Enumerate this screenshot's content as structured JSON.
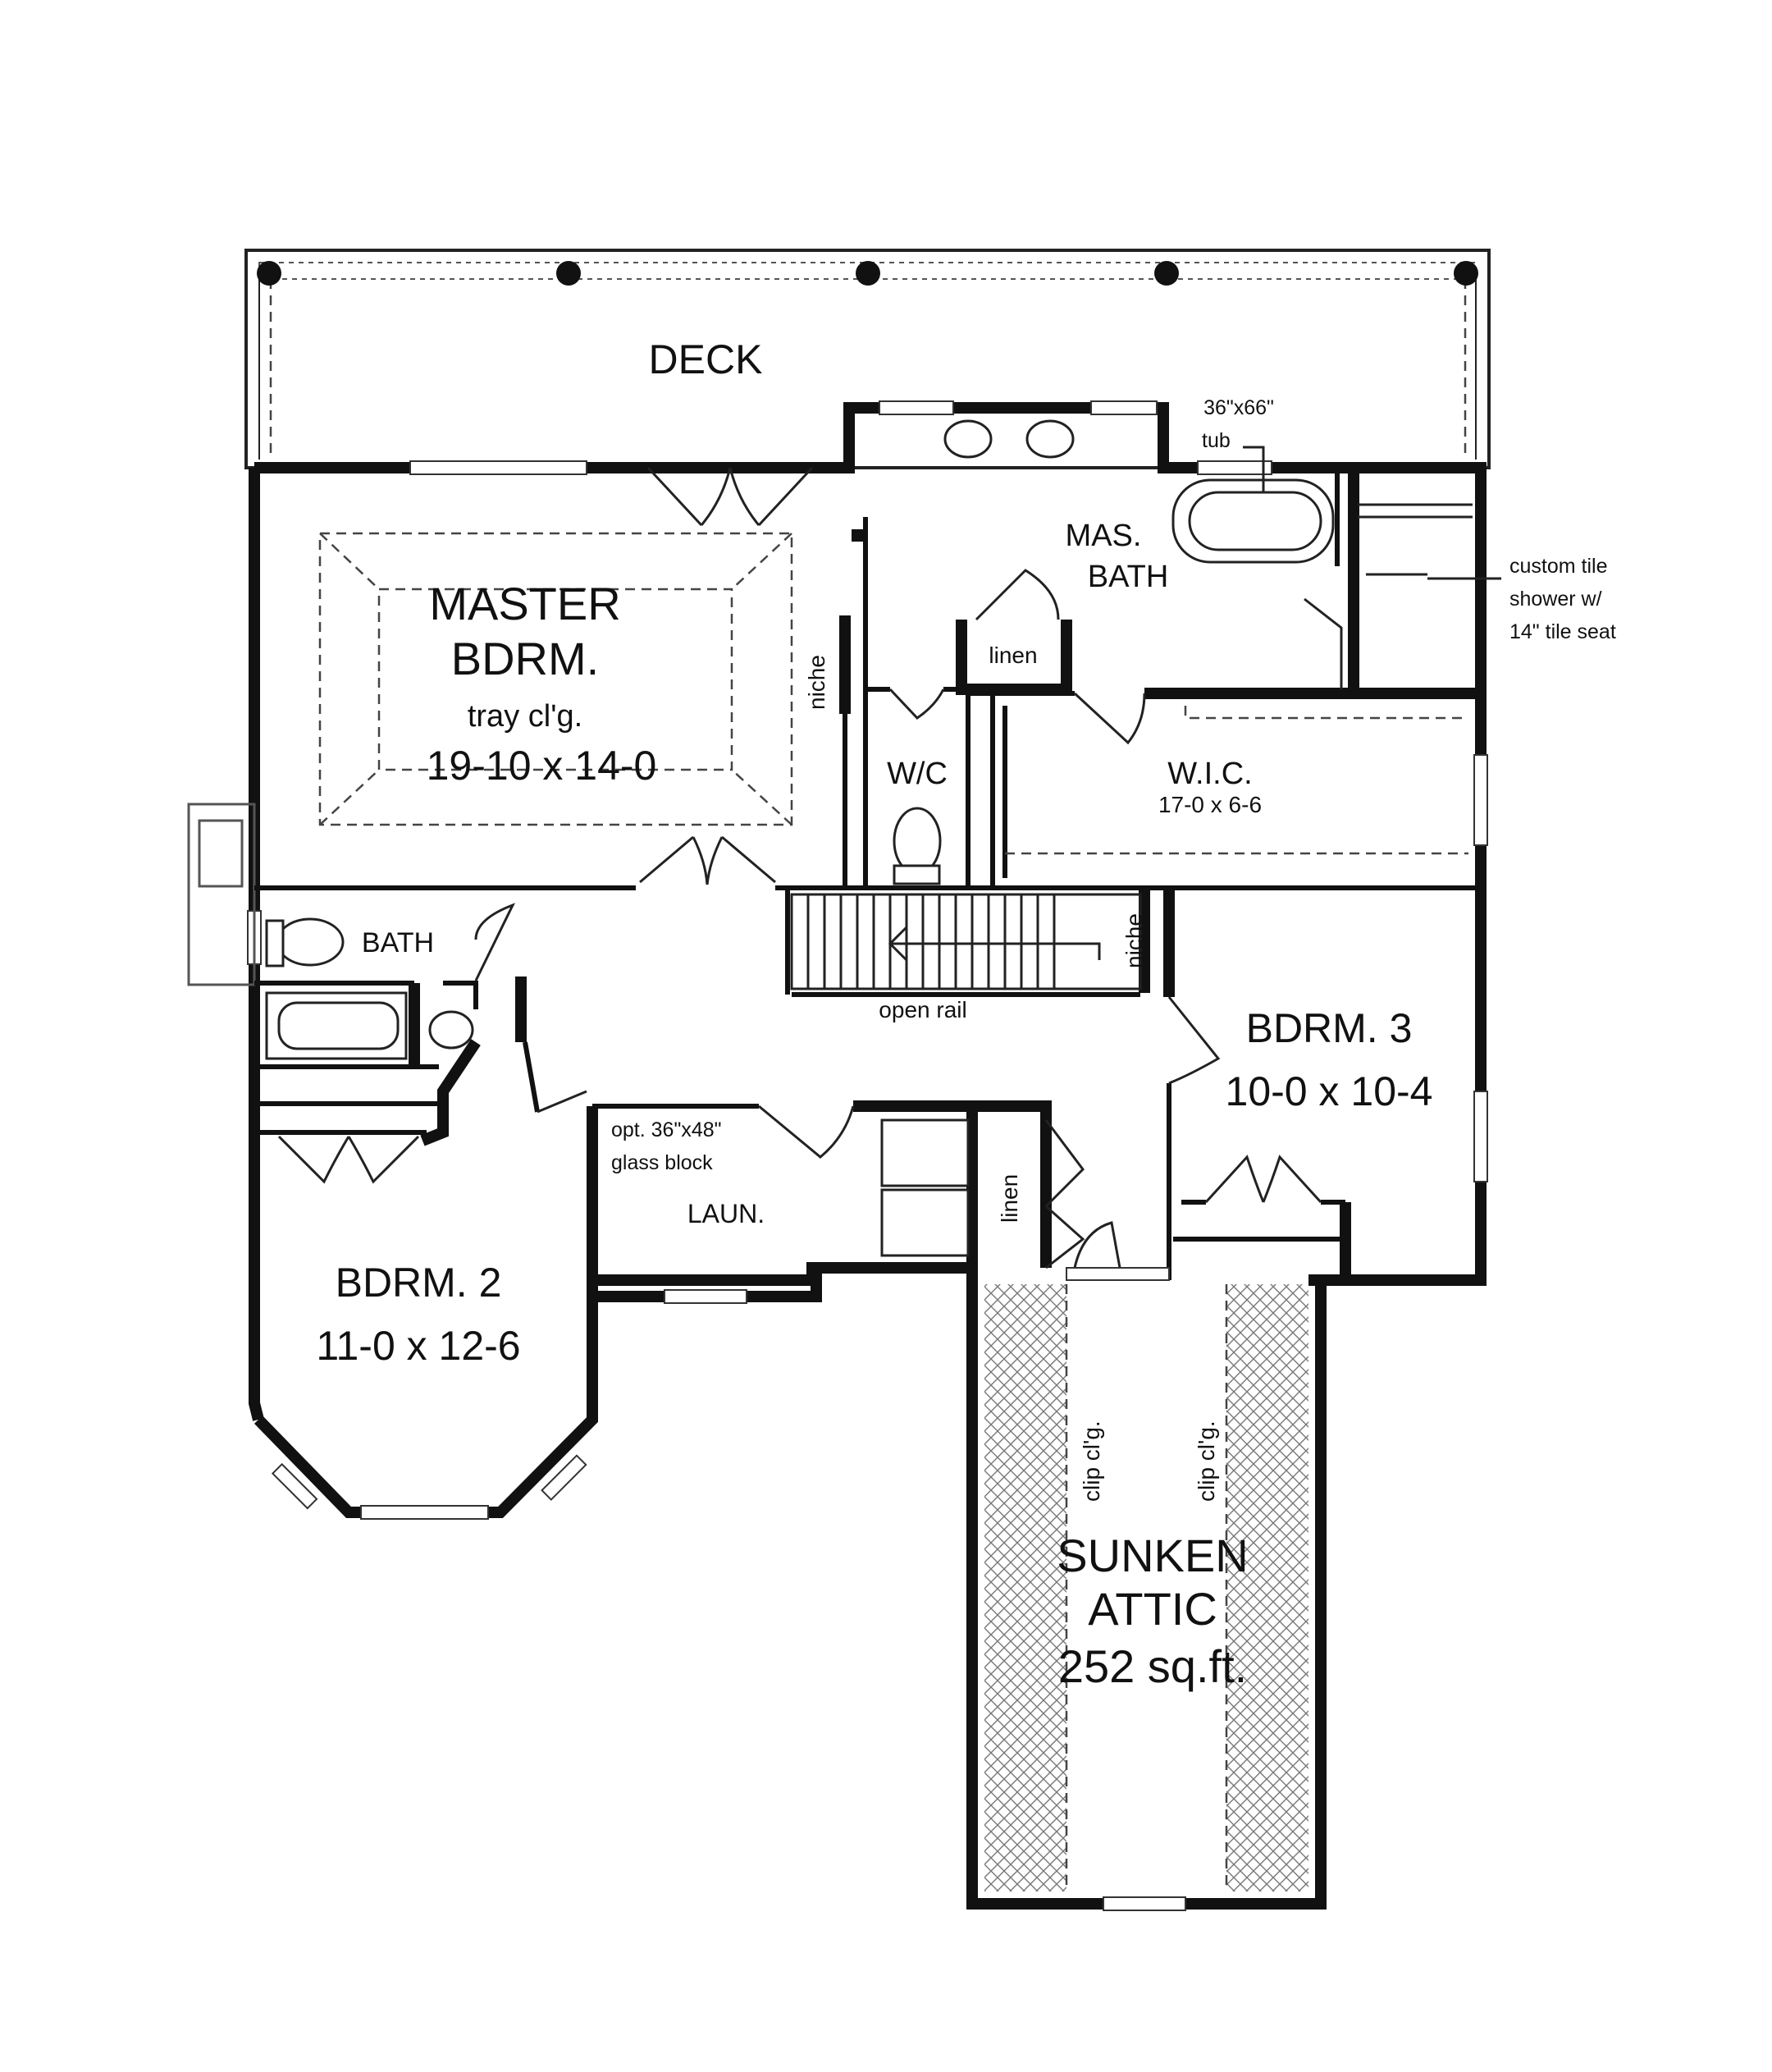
{
  "rooms": {
    "deck": "DECK",
    "master": {
      "name1": "MASTER",
      "name2": "BDRM.",
      "note": "tray cl'g.",
      "size": "19-10 x 14-0"
    },
    "mas_bath": {
      "name1": "MAS.",
      "name2": "BATH"
    },
    "tub_note": {
      "line1": "36\"x66\"",
      "line2": "tub"
    },
    "shower_note": {
      "line1": "custom tile",
      "line2": "shower w/",
      "line3": "14\" tile seat"
    },
    "linen_top": "linen",
    "niche_left": "niche",
    "wc": "W/C",
    "wic": {
      "name": "W.I.C.",
      "size": "17-0 x 6-6"
    },
    "bath": "BATH",
    "open_rail": "open rail",
    "niche_right": "niche",
    "bdrm3": {
      "name": "BDRM. 3",
      "size": "10-0 x 10-4"
    },
    "laundry": {
      "opt1": "opt. 36\"x48\"",
      "opt2": "glass block",
      "name": "LAUN."
    },
    "linen_hall": "linen",
    "bdrm2": {
      "name": "BDRM. 2",
      "size": "11-0 x 12-6"
    },
    "clip1": "clip cl'g.",
    "clip2": "clip cl'g.",
    "attic": {
      "name1": "SUNKEN",
      "name2": "ATTIC",
      "area": "252 sq.ft."
    }
  }
}
